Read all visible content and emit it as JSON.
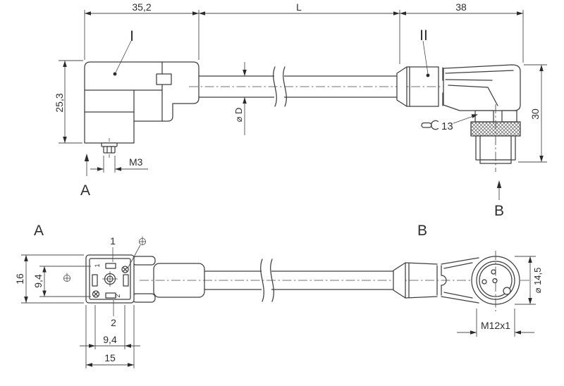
{
  "colors": {
    "line": "#3d3d3d",
    "background": "#ffffff"
  },
  "icons": {
    "earth": "protective-earth-symbol",
    "wrench": "open-end-wrench",
    "break": "cable-length-break",
    "screw": "cross-head-screw"
  },
  "top_view": {
    "dim_left_width": "35,2",
    "dim_cable_length": "L",
    "dim_right_width": "38",
    "dim_left_height": "25,3",
    "dim_cable_diameter": "⌀ D",
    "dim_earth_screw": "M3",
    "dim_right_height": "30",
    "wrench_size": "13",
    "connector_left_mark": "I",
    "connector_right_mark": "II",
    "view_label_a": "A",
    "view_label_b": "B"
  },
  "view_a": {
    "title": "A",
    "dim_face_height": "16",
    "dim_contact_spacing_vertical": "9,4",
    "dim_contact_spacing_horizontal": "9,4",
    "dim_face_width": "15",
    "pin_1": "1",
    "pin_2": "2",
    "pin_1_molded": "1",
    "pin_2_molded": "2"
  },
  "view_b": {
    "title": "B",
    "dim_face_diameter": "⌀ 14,5",
    "dim_thread": "M12x1"
  }
}
